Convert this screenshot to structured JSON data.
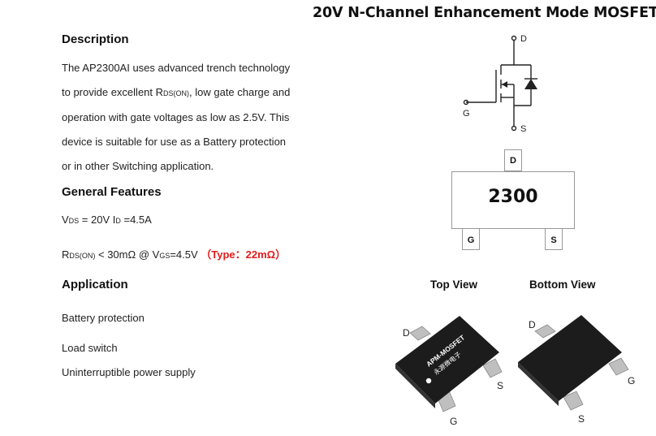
{
  "title": "20V N-Channel Enhancement Mode MOSFET",
  "description": {
    "heading": "Description",
    "line1": "The AP2300AI uses advanced trench technology",
    "line2_a": "to provide excellent R",
    "line2_sub": "DS(ON)",
    "line2_b": ", low gate charge and",
    "line3": "operation with gate voltages as low as 2.5V. This",
    "line4": "device is suitable for use as a Battery protection",
    "line5": "or in other Switching application."
  },
  "features": {
    "heading": "General Features",
    "vds_a": "V",
    "vds_sub": "DS",
    "vds_b": " = 20V  I",
    "id_sub": "D",
    "id_b": " =4.5A",
    "rds_a": "R",
    "rds_sub": "DS(ON)",
    "rds_b": " < 30mΩ @ V",
    "vgs_sub": "GS",
    "rds_c": "=4.5V ",
    "rds_typ": "（Type：22mΩ）"
  },
  "application": {
    "heading": "Application",
    "items": [
      "Battery protection",
      "Load switch",
      "Uninterruptible power supply"
    ]
  },
  "symbol": {
    "drain": "D",
    "gate": "G",
    "source": "S"
  },
  "package": {
    "marking": "2300",
    "pin_top": "D",
    "pin_left": "G",
    "pin_right": "S"
  },
  "views": {
    "top_label": "Top View",
    "bottom_label": "Bottom View",
    "chip_text1": "APM-MOSFET",
    "chip_text2": "永源微电子",
    "pin_d": "D",
    "pin_g": "G",
    "pin_s": "S"
  },
  "colors": {
    "accent_red": "#e31b1b",
    "chip_black": "#1c1c1c"
  }
}
